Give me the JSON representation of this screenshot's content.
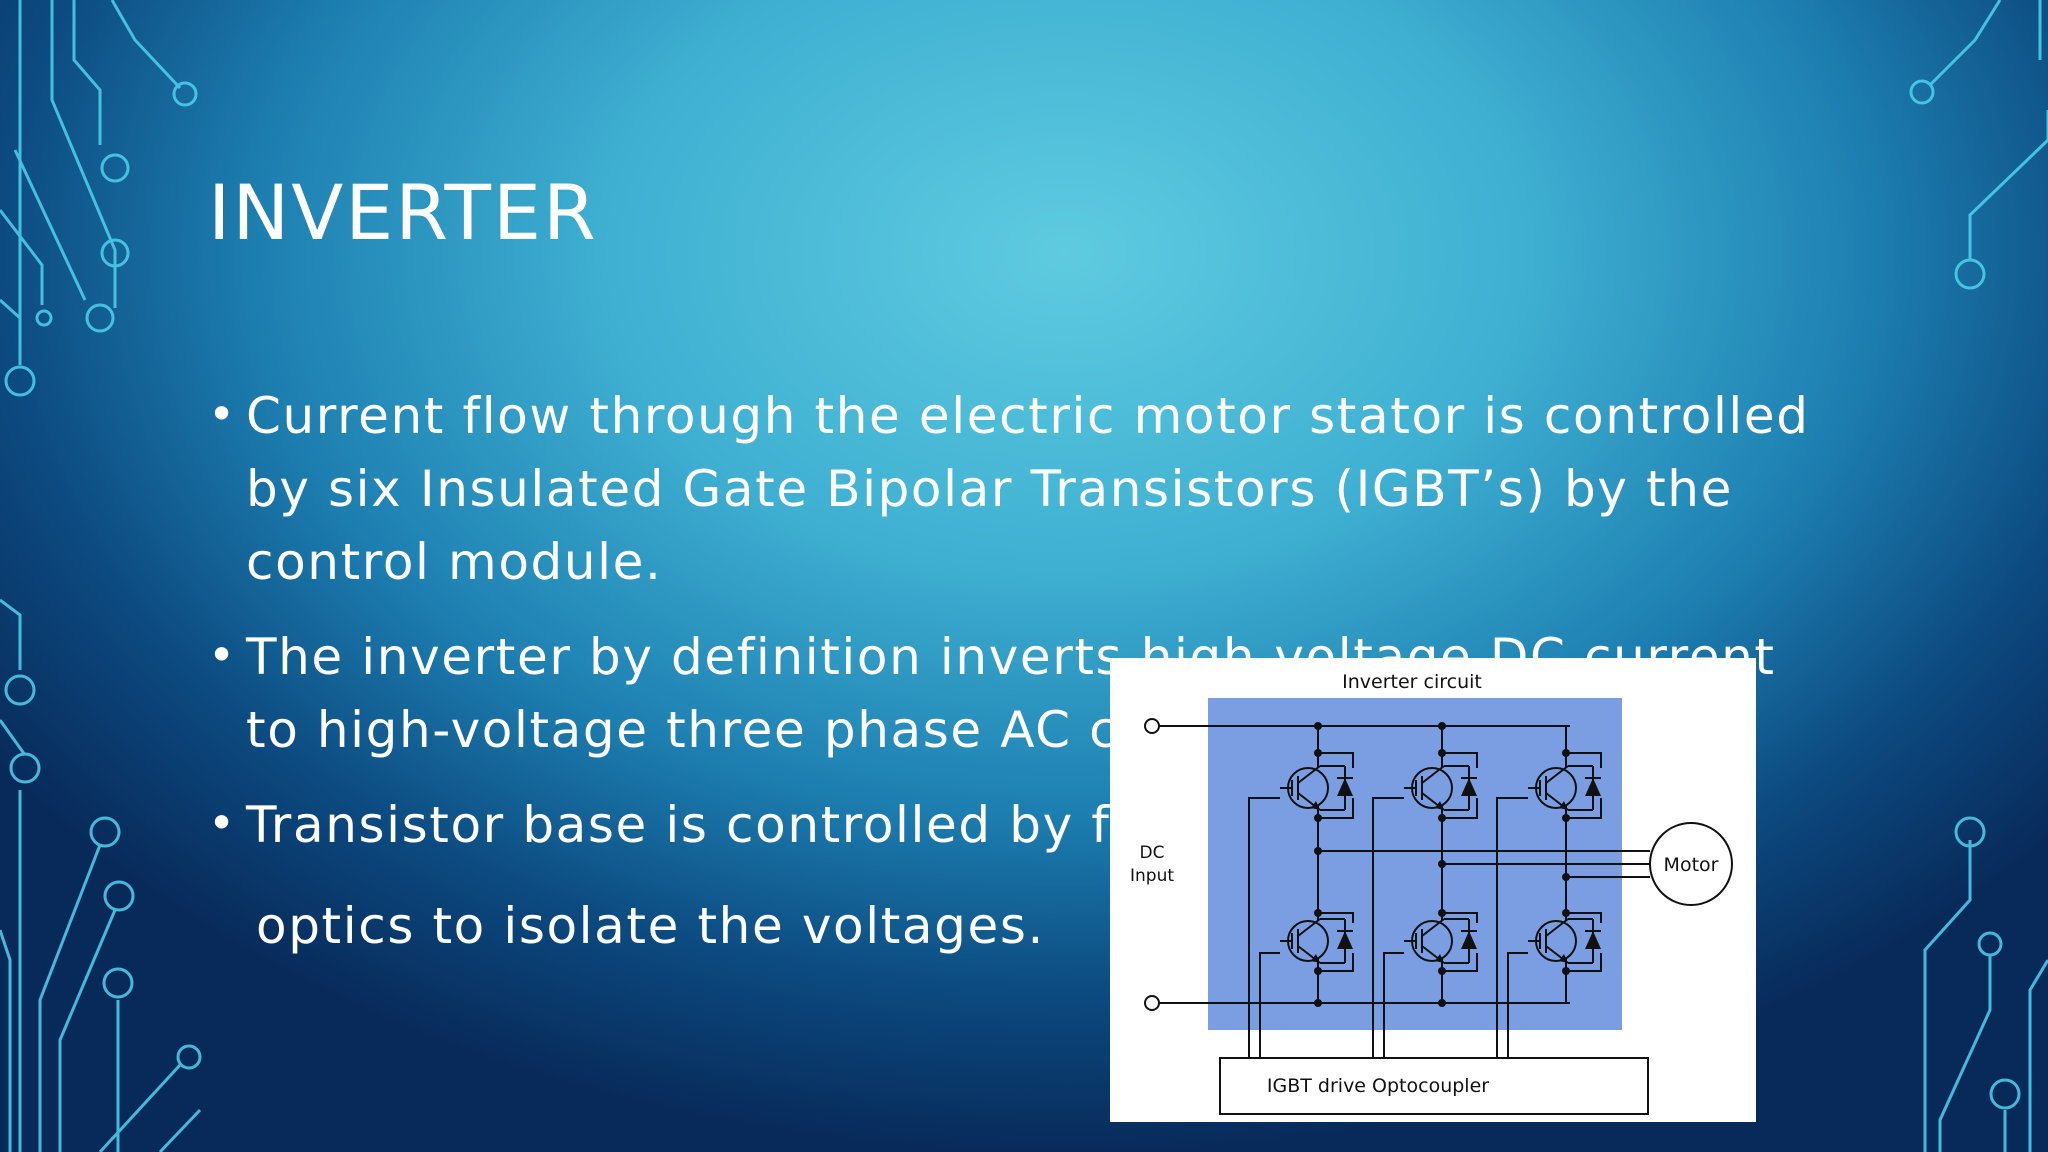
{
  "slide": {
    "title": "INVERTER",
    "bullets": [
      "Current flow through the electric motor stator is controlled by six Insulated Gate Bipolar Transistors (IGBT’s) by the control module.",
      "The inverter by definition inverts high-voltage DC current to high-voltage three phase AC current.",
      "Transistor base is controlled by fiber"
    ],
    "continuation": "optics to isolate the voltages.",
    "theme_colors": {
      "background_center": "#5ecbe0",
      "background_edge": "#082a5a",
      "circuit_lines": "#4fd3ee",
      "text": "#ffffff"
    }
  },
  "figure": {
    "title": "Inverter circuit",
    "dc_input_line1": "DC",
    "dc_input_line2": "Input",
    "motor_label": "Motor",
    "driver_label": "IGBT drive Optocoupler",
    "highlight_color": "#7b9ee3"
  }
}
